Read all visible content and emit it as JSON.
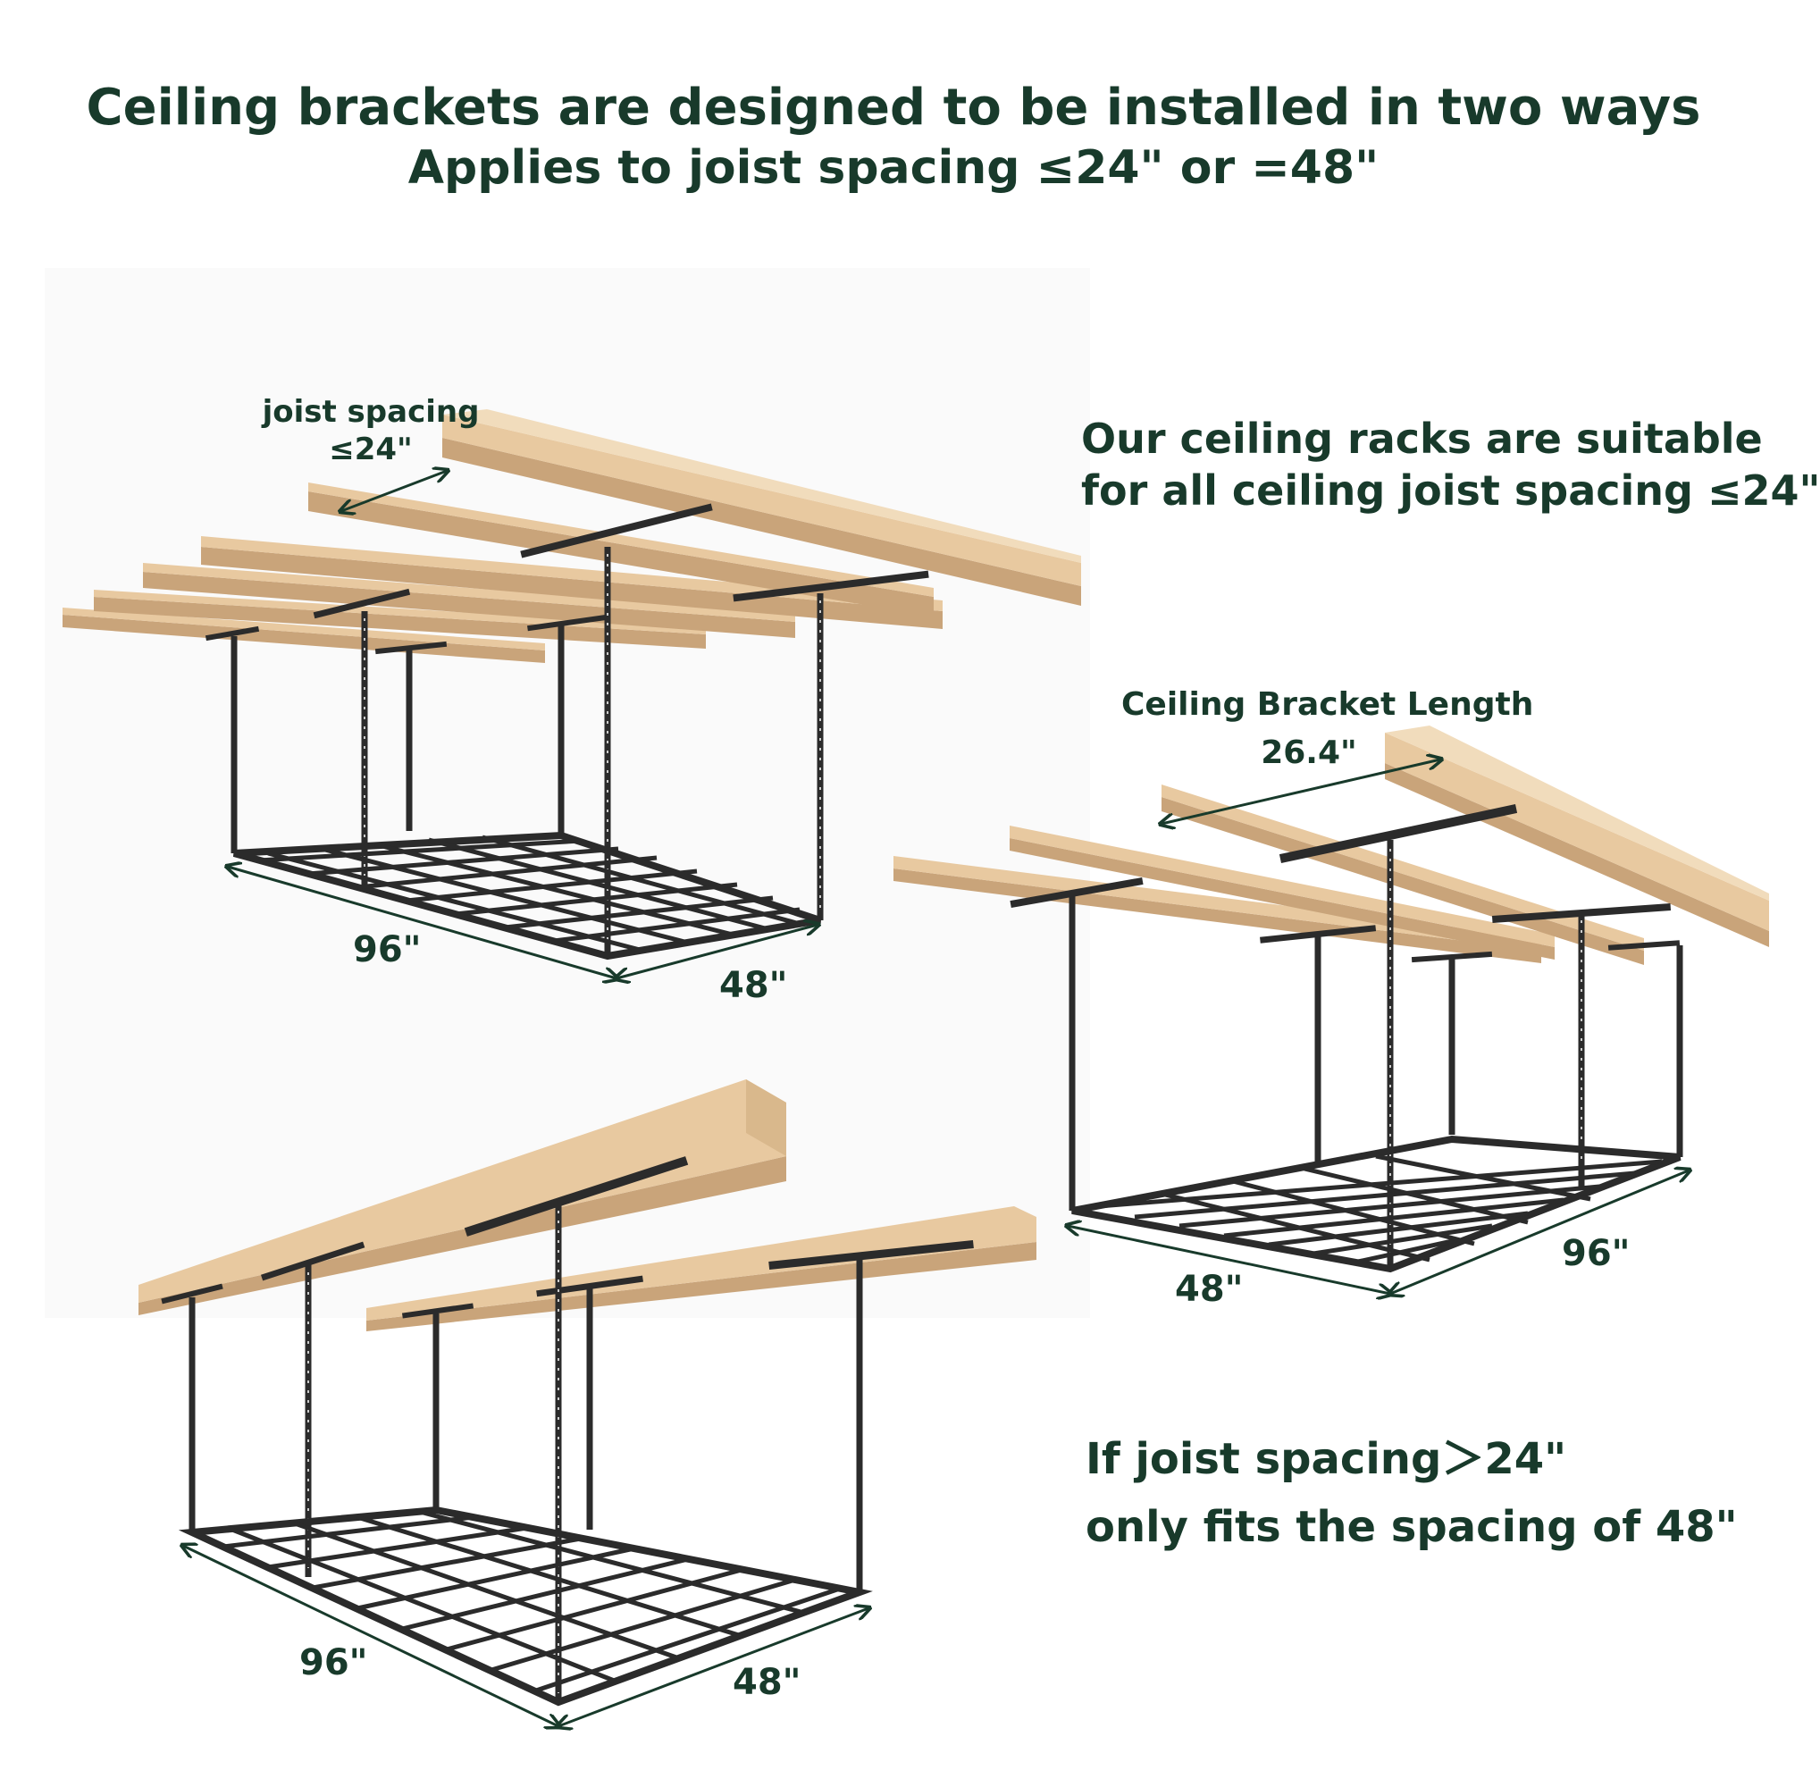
{
  "header": {
    "line1": "Ceiling brackets are designed to be installed in two ways",
    "line2": "Applies to joist spacing ≤24\" or =48\""
  },
  "diagram_a": {
    "spacing_label_line1": "joist spacing",
    "spacing_label_line2": "≤24\"",
    "length_label": "96\"",
    "width_label": "48\""
  },
  "note_a": {
    "line1": "Our ceiling racks are suitable",
    "line2": "for all ceiling joist spacing ≤24\""
  },
  "diagram_b": {
    "bracket_label_line1": "Ceiling Bracket Length",
    "bracket_label_line2": "26.4\"",
    "width_label": "48\"",
    "length_label": "96\""
  },
  "diagram_c": {
    "length_label": "96\"",
    "width_label": "48\""
  },
  "note_c": {
    "line1": "If joist spacing＞24\"",
    "line2": "only fits the spacing of 48\""
  },
  "colors": {
    "text": "#183a2b",
    "wood": "#e8c9a0",
    "wood_dark": "#c9a47a",
    "metal": "#2b2b2b"
  }
}
